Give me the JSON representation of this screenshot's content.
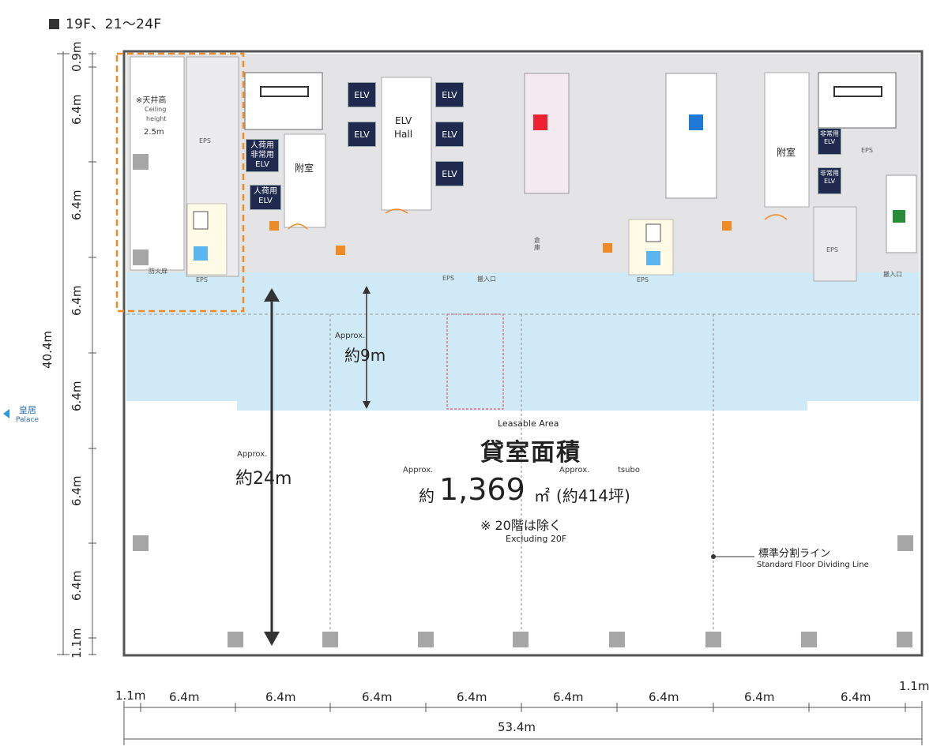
{
  "heading": "19F、21〜24F",
  "left_dims": [
    "0.9m",
    "6.4m",
    "6.4m",
    "6.4m",
    "6.4m",
    "6.4m",
    "6.4m",
    "1.1m"
  ],
  "left_total": "40.4m",
  "bottom_dims": [
    "1.1m",
    "6.4m",
    "6.4m",
    "6.4m",
    "6.4m",
    "6.4m",
    "6.4m",
    "6.4m",
    "6.4m",
    "1.1m"
  ],
  "bottom_total": "53.4m",
  "palace": {
    "jp": "皇居",
    "en": "Palace"
  },
  "ceiling": {
    "jp": "※天井高",
    "en1": "Ceiling",
    "en2": "height",
    "value": "2.5m"
  },
  "rooms": {
    "eps": "EPS",
    "fuzoku": "附室",
    "elv": "ELV",
    "elv_hall_1": "ELV",
    "elv_hall_2": "Hall",
    "hijo_1": "人荷用",
    "hijo_2": "非常用",
    "jinka_1": "人荷用",
    "right_elv_1": "非常用",
    "boukabe": "防火扉",
    "hannyu": "搬入口",
    "souko": "倉庫"
  },
  "depth_9": {
    "approx": "Approx.",
    "value": "約9m"
  },
  "depth_24": {
    "approx": "Approx.",
    "value": "約24m"
  },
  "leasable": {
    "en": "Leasable Area",
    "jp": "貸室面積",
    "approx_left": "Approx.",
    "approx_right": "Approx.",
    "tsubo": "tsubo",
    "yaku": "約",
    "area": "1,369",
    "unit": "㎡",
    "tsubo_value": "(約414坪)",
    "note_jp": "※ 20階は除く",
    "note_en": "Excluding 20F"
  },
  "dividing_line": {
    "jp": "標準分割ライン",
    "en": "Standard Floor Dividing Line"
  },
  "colors": {
    "corridor": "#cfeaf6",
    "core": "#e4e4e6",
    "elv": "#1f2a4e",
    "orange": "#f08a24",
    "column": "#a6a6a6",
    "wall": "#555555"
  }
}
